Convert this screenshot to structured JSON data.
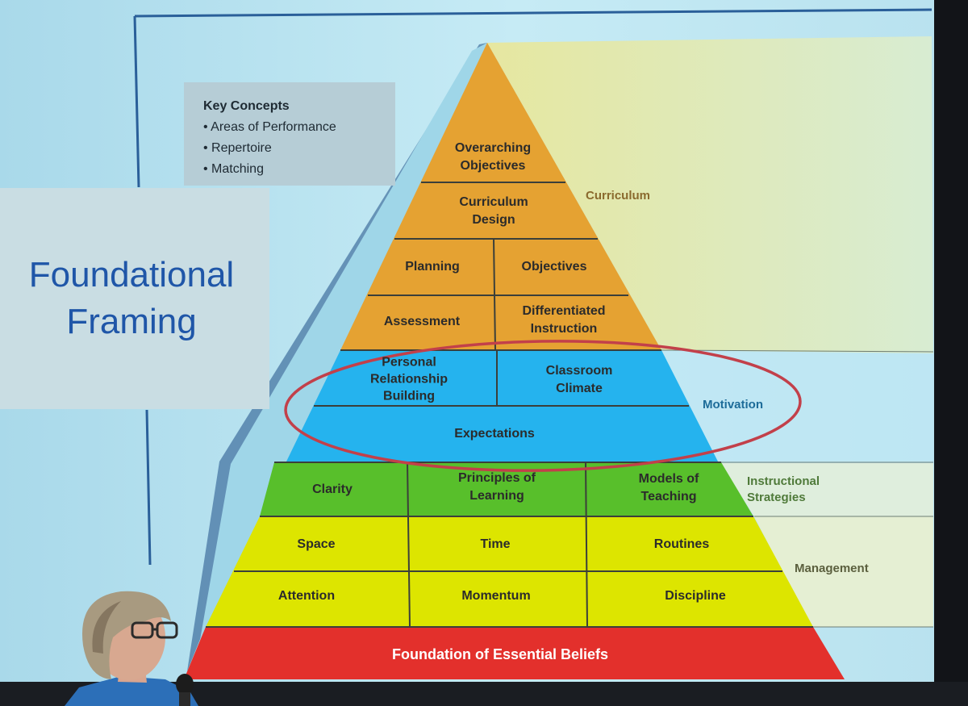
{
  "title": {
    "line1": "Foundational",
    "line2": "Framing"
  },
  "key_concepts": {
    "heading": "Key Concepts",
    "items": [
      "• Areas of Performance",
      "• Repertoire",
      "• Matching"
    ]
  },
  "pyramid": {
    "curriculum": {
      "overarching": [
        "Overarching",
        "Objectives"
      ],
      "curriculum_design": [
        "Curriculum",
        "Design"
      ],
      "planning": "Planning",
      "objectives": "Objectives",
      "assessment": "Assessment",
      "differentiated": [
        "Differentiated",
        "Instruction"
      ]
    },
    "motivation": {
      "relationship": [
        "Personal",
        "Relationship",
        "Building"
      ],
      "climate": [
        "Classroom",
        "Climate"
      ],
      "expectations": "Expectations"
    },
    "strategies": {
      "clarity": "Clarity",
      "principles": [
        "Principles of",
        "Learning"
      ],
      "models": [
        "Models of",
        "Teaching"
      ]
    },
    "management": {
      "space": "Space",
      "time": "Time",
      "routines": "Routines",
      "attention": "Attention",
      "momentum": "Momentum",
      "discipline": "Discipline"
    },
    "foundation": "Foundation of Essential Beliefs"
  },
  "side_labels": {
    "curriculum": "Curriculum",
    "motivation": "Motivation",
    "strategies": [
      "Instructional",
      "Strategies"
    ],
    "management": "Management"
  },
  "colors": {
    "curriculum": "#e5a232",
    "motivation": "#25b3ee",
    "strategies": "#58bf2b",
    "management": "#dde500",
    "foundation": "#e3302c",
    "highlight_ellipse": "#c2404a",
    "title_text": "#1f56a8"
  }
}
